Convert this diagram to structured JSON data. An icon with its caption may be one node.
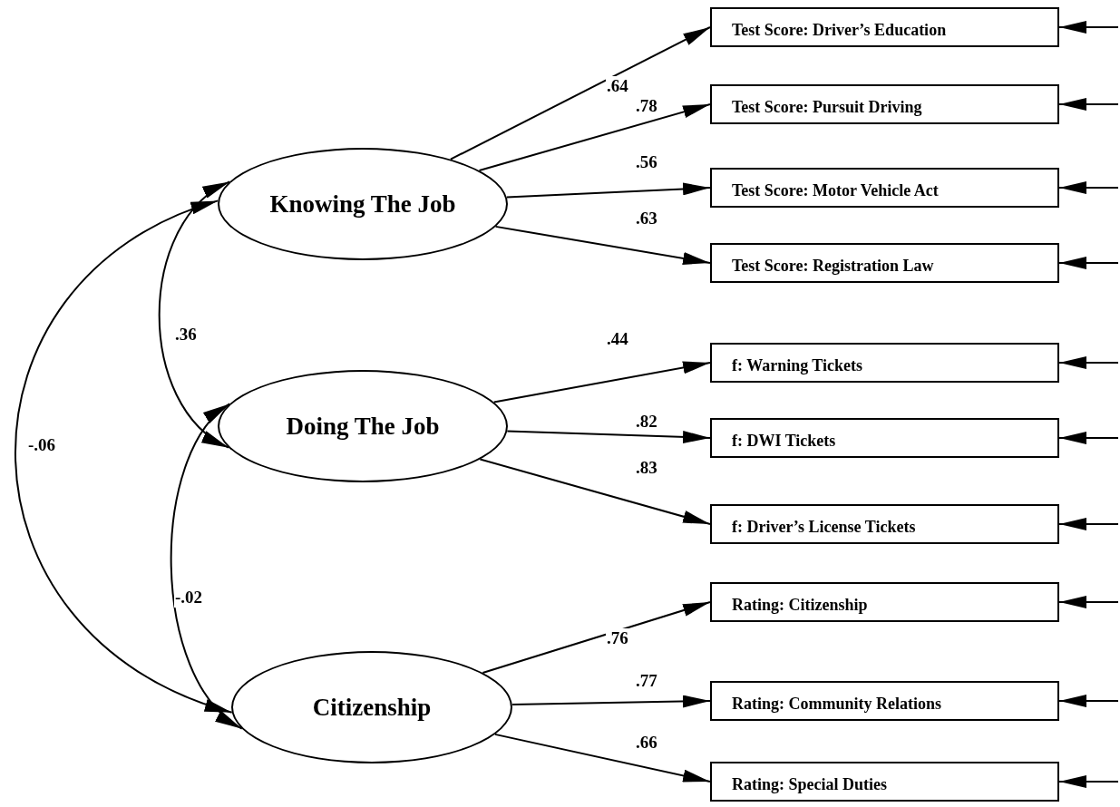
{
  "diagram": {
    "nodes": [
      {
        "text": [
          "Knowing The Job"
        ]
      },
      {
        "text": [
          "Doing The Job"
        ]
      },
      {
        "text": [
          "Citizenship"
        ]
      },
      {
        "text": [
          "Test Score:  Driver’s Education"
        ]
      },
      {
        "text": [
          "Test Score:  Pursuit Driving"
        ]
      },
      {
        "text": [
          "Test Score:  Motor Vehicle Act"
        ]
      },
      {
        "text": [
          "Test Score:  Registration Law"
        ]
      },
      {
        "text": [
          "f: Warning Tickets"
        ]
      },
      {
        "text": [
          "f:  DWI Tickets"
        ]
      },
      {
        "text": [
          "f:  Driver’s License Tickets"
        ]
      },
      {
        "text": [
          "Rating:  Citizenship"
        ]
      },
      {
        "text": [
          "Rating:  Community Relations"
        ]
      },
      {
        "text": [
          "Rating:  Special Duties"
        ]
      }
    ],
    "edges": [
      {
        "from": 0,
        "to": 3,
        "arrow": "to",
        "label": ".64"
      },
      {
        "from": 0,
        "to": 4,
        "arrow": "to",
        "label": ".78"
      },
      {
        "from": 0,
        "to": 5,
        "arrow": "to",
        "label": ".56"
      },
      {
        "from": 0,
        "to": 6,
        "arrow": "to",
        "label": ".63"
      },
      {
        "from": 1,
        "to": 7,
        "arrow": "to",
        "label": ".44"
      },
      {
        "from": 1,
        "to": 8,
        "arrow": "to",
        "label": ".82"
      },
      {
        "from": 1,
        "to": 9,
        "arrow": "to",
        "label": ".83"
      },
      {
        "from": 2,
        "to": 10,
        "arrow": "to",
        "label": ".76"
      },
      {
        "from": 2,
        "to": 11,
        "arrow": "to",
        "label": ".77"
      },
      {
        "from": 2,
        "to": 12,
        "arrow": "to",
        "label": ".66"
      },
      {
        "from": 0,
        "to": 1,
        "arrow": "both",
        "label": ".36"
      },
      {
        "from": 1,
        "to": 2,
        "arrow": "both",
        "label": "-.02"
      },
      {
        "from": 0,
        "to": 2,
        "arrow": "both",
        "label": "-.06"
      },
      {
        "from": null,
        "to": 3,
        "arrow": "to"
      },
      {
        "from": null,
        "to": 4,
        "arrow": "to"
      },
      {
        "from": null,
        "to": 5,
        "arrow": "to"
      },
      {
        "from": null,
        "to": 6,
        "arrow": "to"
      },
      {
        "from": null,
        "to": 7,
        "arrow": "to"
      },
      {
        "from": null,
        "to": 8,
        "arrow": "to"
      },
      {
        "from": null,
        "to": 9,
        "arrow": "to"
      },
      {
        "from": null,
        "to": 10,
        "arrow": "to"
      },
      {
        "from": null,
        "to": 11,
        "arrow": "to"
      },
      {
        "from": null,
        "to": 12,
        "arrow": "to"
      }
    ]
  }
}
